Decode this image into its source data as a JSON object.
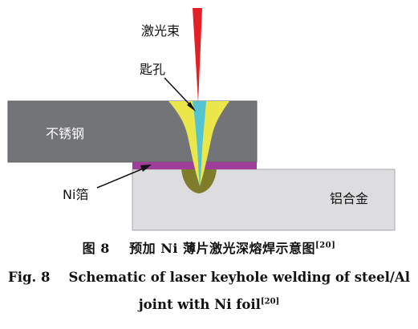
{
  "labels": {
    "laser": "激光束",
    "keyhole": "匙孔",
    "steel": "不锈钢",
    "ni_foil": "Ni箔",
    "al": "铝合金"
  },
  "caption": {
    "cn_num": "图 8",
    "cn_text": "预加 Ni 薄片激光深熔焊示意图",
    "ref": "[20]",
    "en_line1": "Fig. 8    Schematic of laser keyhole welding of steel/Al",
    "en_line2": "joint with Ni foil"
  },
  "colors": {
    "steel": "#737478",
    "aluminum": "#dddde0",
    "ni_foil": "#a03c9a",
    "laser": "#e41f26",
    "weld_pool": "#ebe64a",
    "keyhole": "#55c4d2",
    "al_fusion": "#7f7d2c"
  }
}
